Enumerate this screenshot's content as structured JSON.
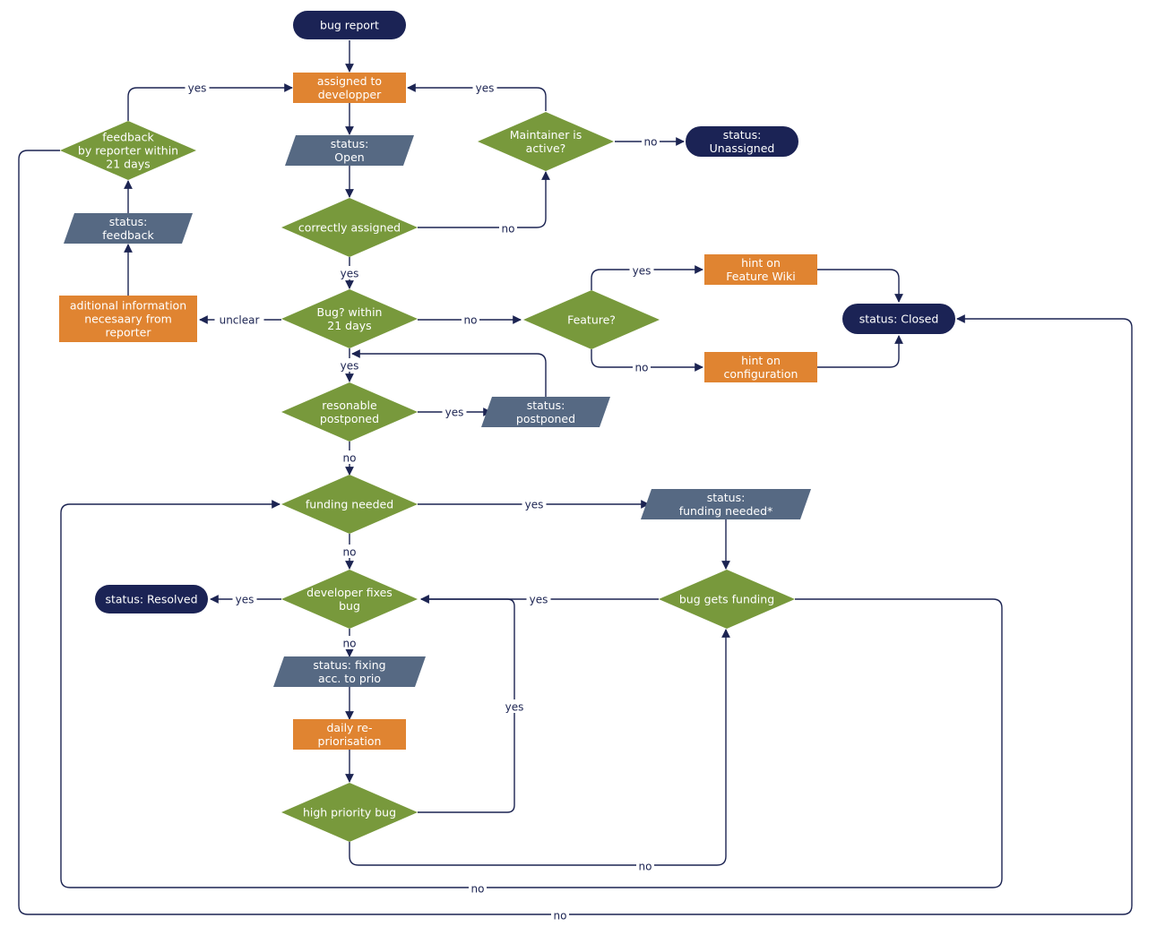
{
  "colors": {
    "terminal": "#1b2355",
    "process": "#e08431",
    "status": "#566983",
    "decision": "#78993c",
    "edge": "#1c2452",
    "edge_label": "#1c2452",
    "edge_label_alt": "#566983",
    "text": "#ffffff"
  },
  "nodes": {
    "bug_report": {
      "shape": "terminal",
      "lines": [
        "bug report"
      ]
    },
    "assigned": {
      "shape": "process",
      "lines": [
        "assigned to",
        "developper"
      ]
    },
    "status_open": {
      "shape": "status",
      "lines": [
        "status:",
        "Open"
      ]
    },
    "correctly_assigned": {
      "shape": "decision",
      "lines": [
        "correctly assigned"
      ]
    },
    "maintainer_active": {
      "shape": "decision",
      "lines": [
        "Maintainer is",
        "active?"
      ]
    },
    "status_unassigned": {
      "shape": "terminal",
      "lines": [
        "status:",
        "Unassigned"
      ]
    },
    "feedback_21": {
      "shape": "decision",
      "lines": [
        "feedback",
        "by reporter within",
        "21 days"
      ]
    },
    "status_feedback": {
      "shape": "status",
      "lines": [
        "status:",
        "feedback"
      ]
    },
    "additional_info": {
      "shape": "process",
      "lines": [
        "aditional information",
        "necesaary from",
        "reporter"
      ]
    },
    "bug_within": {
      "shape": "decision",
      "lines": [
        "Bug? within",
        "21 days"
      ]
    },
    "feature": {
      "shape": "decision",
      "lines": [
        "Feature?"
      ]
    },
    "hint_wiki": {
      "shape": "process",
      "lines": [
        "hint on",
        "Feature Wiki"
      ]
    },
    "hint_config": {
      "shape": "process",
      "lines": [
        "hint on",
        "configuration"
      ]
    },
    "status_closed": {
      "shape": "terminal",
      "lines": [
        "status: Closed"
      ]
    },
    "reasonable_postponed": {
      "shape": "decision",
      "lines": [
        "resonable",
        "postponed"
      ]
    },
    "status_postponed": {
      "shape": "status",
      "lines": [
        "status:",
        "postponed"
      ]
    },
    "funding_needed": {
      "shape": "decision",
      "lines": [
        "funding needed"
      ]
    },
    "status_funding": {
      "shape": "status",
      "lines": [
        "status:",
        "funding needed*"
      ]
    },
    "bug_gets_funding": {
      "shape": "decision",
      "lines": [
        "bug gets funding"
      ]
    },
    "developer_fixes": {
      "shape": "decision",
      "lines": [
        "developer fixes",
        "bug"
      ]
    },
    "status_resolved": {
      "shape": "terminal",
      "lines": [
        "status: Resolved"
      ]
    },
    "status_fixing": {
      "shape": "status",
      "lines": [
        "status: fixing",
        "acc. to prio"
      ]
    },
    "daily_reprio": {
      "shape": "process",
      "lines": [
        "daily re-",
        "priorisation"
      ]
    },
    "high_priority": {
      "shape": "decision",
      "lines": [
        "high priority bug"
      ]
    }
  },
  "edges": [
    {
      "id": "e_report_assigned",
      "label": ""
    },
    {
      "id": "e_assigned_open",
      "label": ""
    },
    {
      "id": "e_open_correct",
      "label": ""
    },
    {
      "id": "e_correct_maintainer",
      "label": "no"
    },
    {
      "id": "e_maintainer_assigned",
      "label": "yes"
    },
    {
      "id": "e_maintainer_unassigned",
      "label": "no"
    },
    {
      "id": "e_correct_bug",
      "label": "yes"
    },
    {
      "id": "e_bug_info",
      "label": "unclear"
    },
    {
      "id": "e_info_statusfeedback",
      "label": ""
    },
    {
      "id": "e_statusfeedback_feedback",
      "label": ""
    },
    {
      "id": "e_feedback_assigned",
      "label": "yes"
    },
    {
      "id": "e_feedback_closed",
      "label": "no"
    },
    {
      "id": "e_bug_feature",
      "label": "no"
    },
    {
      "id": "e_feature_wiki",
      "label": "yes"
    },
    {
      "id": "e_feature_config",
      "label": "no"
    },
    {
      "id": "e_wiki_closed",
      "label": ""
    },
    {
      "id": "e_config_closed",
      "label": ""
    },
    {
      "id": "e_bug_reasonable",
      "label": "yes"
    },
    {
      "id": "e_reasonable_postponed",
      "label": "yes"
    },
    {
      "id": "e_postponed_bug",
      "label": ""
    },
    {
      "id": "e_reasonable_funding",
      "label": "no"
    },
    {
      "id": "e_funding_statusfunding",
      "label": "yes"
    },
    {
      "id": "e_statusfunding_gets",
      "label": ""
    },
    {
      "id": "e_gets_developer",
      "label": "yes"
    },
    {
      "id": "e_gets_funding_loop",
      "label": "no"
    },
    {
      "id": "e_funding_developer",
      "label": "no"
    },
    {
      "id": "e_developer_resolved",
      "label": "yes"
    },
    {
      "id": "e_developer_fixing",
      "label": "no"
    },
    {
      "id": "e_fixing_daily",
      "label": ""
    },
    {
      "id": "e_daily_high",
      "label": ""
    },
    {
      "id": "e_high_developer",
      "label": "yes"
    },
    {
      "id": "e_high_gets",
      "label": "no"
    }
  ]
}
